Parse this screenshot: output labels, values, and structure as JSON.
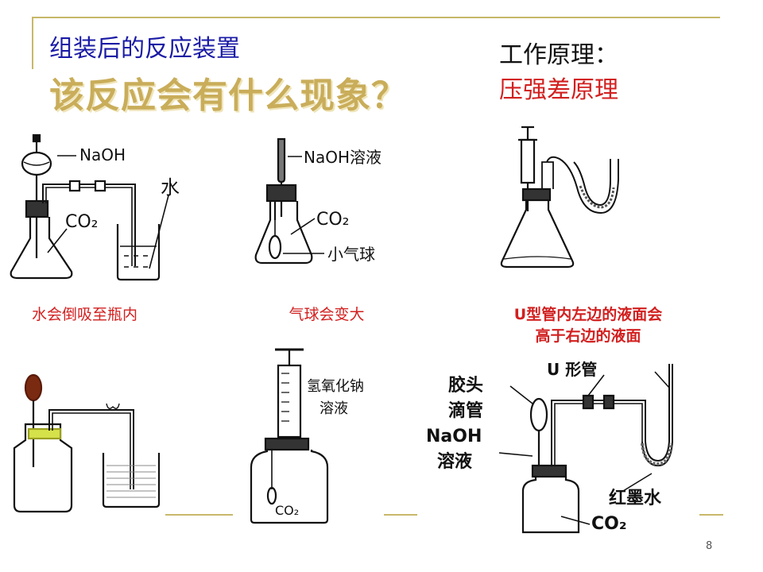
{
  "slide": {
    "subtitle": "组装后的反应装置",
    "question": "该反应会有什么现象？",
    "principle_title": "工作原理：",
    "principle_value": "压强差原理",
    "page_number": "8"
  },
  "captions": {
    "fig1": "水会倒吸至瓶内",
    "fig2": "气球会变大",
    "fig3_line1": "U型管内左边的液面会",
    "fig3_line2": "高于右边的液面"
  },
  "diagrams": {
    "fig1": {
      "label_a": "NaOH",
      "label_b": "水",
      "label_c": "CO₂"
    },
    "fig2": {
      "label_a": "NaOH溶液",
      "label_b": "CO₂",
      "label_c": "小气球"
    },
    "fig5": {
      "label_a": "氢氧化钠",
      "label_b": "溶液",
      "label_c": "CO₂"
    },
    "fig6": {
      "label_a": "U 形管",
      "label_b": "胶头",
      "label_c": "滴管",
      "label_d": "NaOH",
      "label_e": "溶液",
      "label_f": "红墨水",
      "label_g": "CO₂"
    }
  },
  "colors": {
    "accent": "#c8b86a",
    "subtitle": "#1a1aa6",
    "question": "#c9ad5a",
    "caption": "#d22020"
  }
}
